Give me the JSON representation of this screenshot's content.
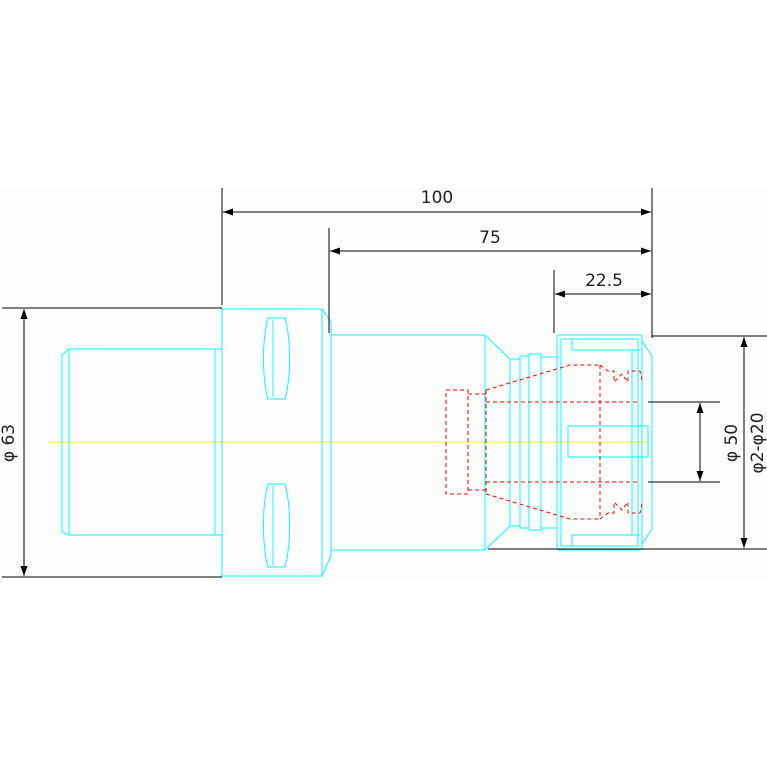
{
  "drawing": {
    "dimensions": {
      "overall_length": "100",
      "gauge_length": "75",
      "nut_length": "22.5",
      "flange_diameter": "φ 63",
      "nut_diameter": "φ 50",
      "clamping_range": "φ2-φ20"
    },
    "colors": {
      "outline": "#00ffff",
      "hidden_collet": "#ff0000",
      "centerline": "#ffff00",
      "dimension": "#000000",
      "paper": "#ffffff"
    }
  }
}
